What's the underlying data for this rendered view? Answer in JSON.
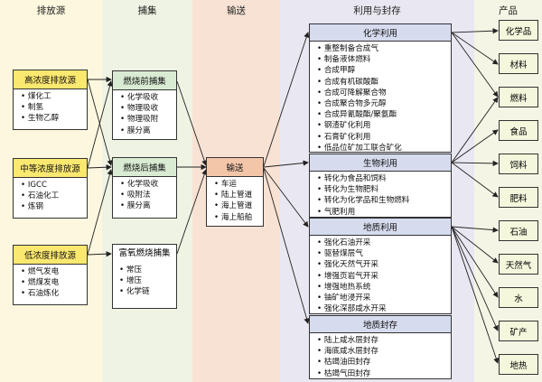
{
  "columns": {
    "source": "排放源",
    "capture": "捕集",
    "transport": "输送",
    "utilization": "利用与封存",
    "products": "产品"
  },
  "sources": [
    {
      "title": "高浓度排放源",
      "items": [
        "煤化工",
        "制氢",
        "生物乙醇"
      ]
    },
    {
      "title": "中等浓度排放源",
      "items": [
        "IGCC",
        "石油化工",
        "炼钢"
      ]
    },
    {
      "title": "低浓度排放源",
      "items": [
        "燃气发电",
        "燃煤发电",
        "石油炼化"
      ]
    }
  ],
  "capture": [
    {
      "title": "燃烧前捕集",
      "items": [
        "化学吸收",
        "物理吸收",
        "物理吸附",
        "膜分离"
      ]
    },
    {
      "title": "燃烧后捕集",
      "items": [
        "化学吸收",
        "吸附法",
        "膜分离"
      ]
    },
    {
      "title": "富氧燃烧捕集",
      "items": [
        "常压",
        "增压",
        "化学链"
      ]
    }
  ],
  "transport": {
    "title": "输送",
    "items": [
      "车运",
      "陆上管道",
      "海上管道",
      "海上船舶"
    ]
  },
  "utilization": [
    {
      "title": "化学利用",
      "items": [
        "重整制备合成气",
        "制备液体燃料",
        "合成甲醇",
        "合成有机碳酸酯",
        "合成可降解聚合物",
        "合成聚合物多元醇",
        "合成异氰酸酯/聚氨酯",
        "钢渣矿化利用",
        "石膏矿化利用",
        "低品位矿加工联合矿化"
      ]
    },
    {
      "title": "生物利用",
      "items": [
        "转化为食品和饲料",
        "转化为生物肥料",
        "转化为化学品和生物燃料",
        "气肥利用"
      ]
    },
    {
      "title": "地质利用",
      "items": [
        "强化石油开采",
        "驱替煤层气",
        "强化天然气开采",
        "增强页岩气开采",
        "增强地热系统",
        "铀矿地浸开采",
        "强化深部咸水开采"
      ]
    },
    {
      "title": "地质封存",
      "items": [
        "陆上咸水层封存",
        "海底咸水层封存",
        "枯竭油田封存",
        "枯竭气田封存"
      ]
    }
  ],
  "products": [
    "化学品",
    "材料",
    "燃料",
    "食品",
    "饲料",
    "肥料",
    "石油",
    "天然气",
    "水",
    "矿产",
    "地热"
  ],
  "colors": {
    "source_bg": "#fdf7df",
    "capture_bg": "#eef3e3",
    "transport_bg": "#f8e2d4",
    "util_bg": "#e9e7f1",
    "product_bg": "#f4f5e4",
    "source_hdr": "#fbe870",
    "capture_hdr": "#d9ecd3",
    "transport_hdr": "#f3c6a9",
    "util_hdr": "#d6dbee",
    "product_box": "#f4f7dc"
  }
}
